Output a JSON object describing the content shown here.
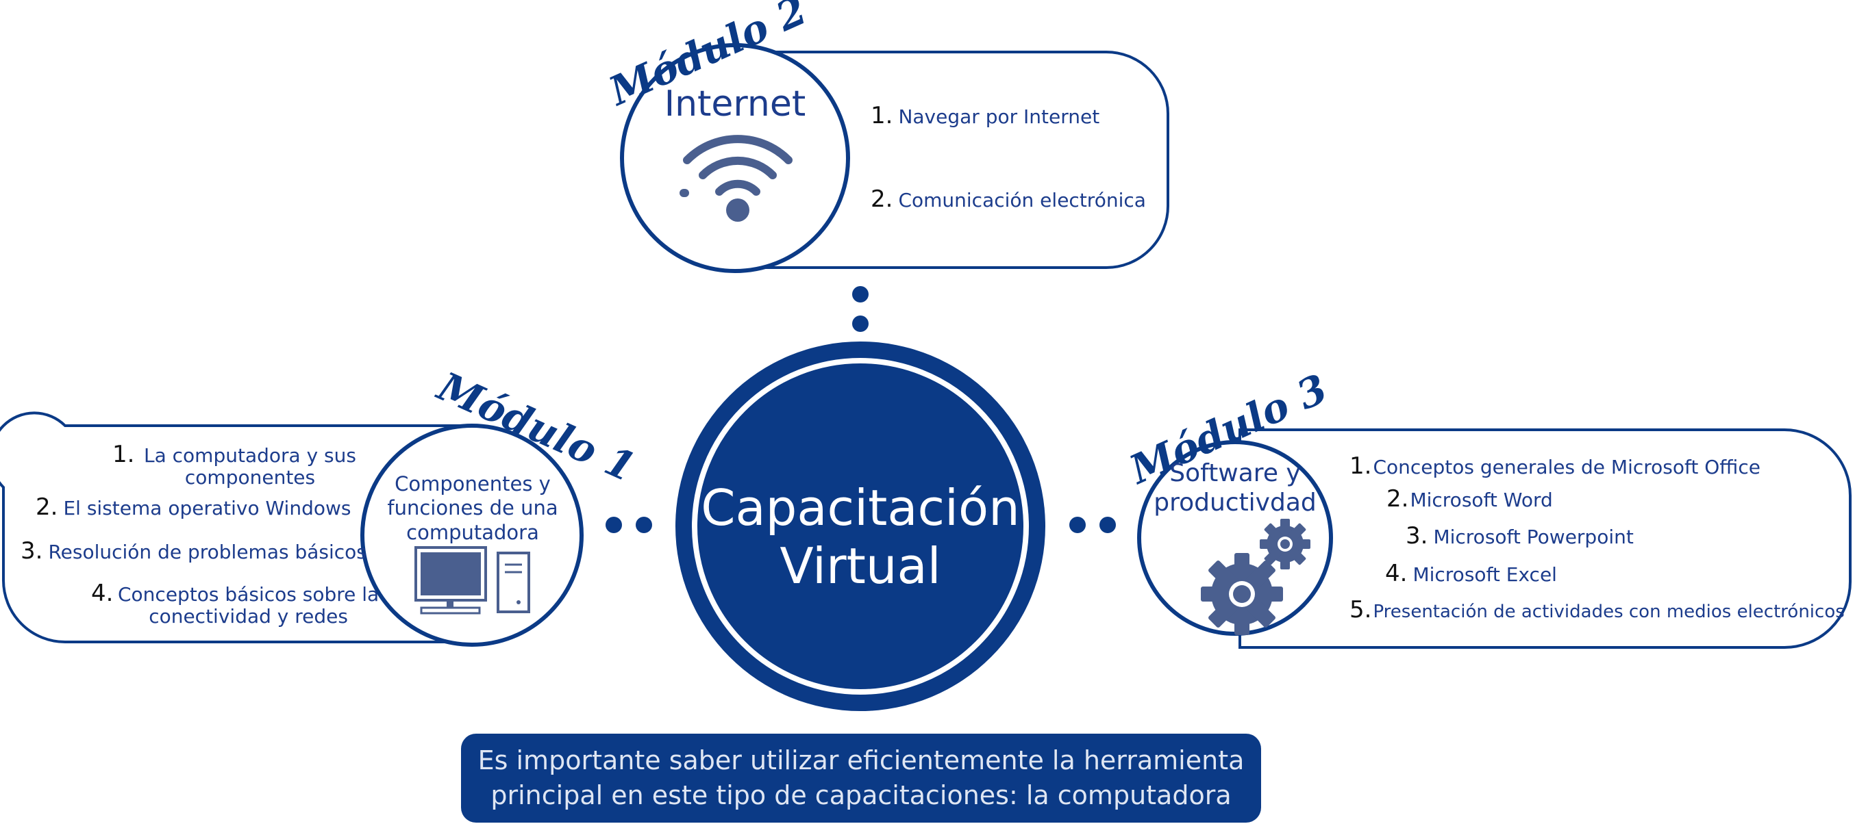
{
  "colors": {
    "primary": "#0b3a86",
    "text": "#1c3c8c",
    "icon": "#4a5f8f"
  },
  "center": {
    "line1": "Capacitación",
    "line2": "Virtual"
  },
  "note": {
    "line1": "Es importante saber utilizar eficientemente la herramienta",
    "line2": "principal en este tipo de capacitaciones: la computadora"
  },
  "modules": {
    "m1": {
      "label": "Módulo 1",
      "title_lines": [
        "Componentes y",
        "funciones de una",
        "computadora"
      ],
      "icon": "computer-icon",
      "items": [
        {
          "num": "1.",
          "lines": [
            "La computadora y sus",
            "componentes"
          ]
        },
        {
          "num": "2.",
          "lines": [
            "El sistema operativo Windows"
          ]
        },
        {
          "num": "3.",
          "lines": [
            "Resolución de problemas básicos"
          ]
        },
        {
          "num": "4.",
          "lines": [
            "Conceptos básicos sobre la",
            "conectividad y redes"
          ]
        }
      ]
    },
    "m2": {
      "label": "Módulo 2",
      "title": "Internet",
      "icon": "wifi-icon",
      "items": [
        {
          "num": "1.",
          "text": "Navegar por Internet"
        },
        {
          "num": "2.",
          "text": "Comunicación electrónica"
        }
      ]
    },
    "m3": {
      "label": "Módulo 3",
      "title_lines": [
        "Software y",
        "productivdad"
      ],
      "icon": "gears-icon",
      "items": [
        {
          "num": "1.",
          "text": "Conceptos generales de Microsoft Office"
        },
        {
          "num": "2.",
          "text": "Microsoft Word"
        },
        {
          "num": "3.",
          "text": "Microsoft Powerpoint"
        },
        {
          "num": "4.",
          "text": "Microsoft Excel"
        },
        {
          "num": "5.",
          "text": "Presentación de actividades con medios electrónicos"
        }
      ]
    }
  }
}
